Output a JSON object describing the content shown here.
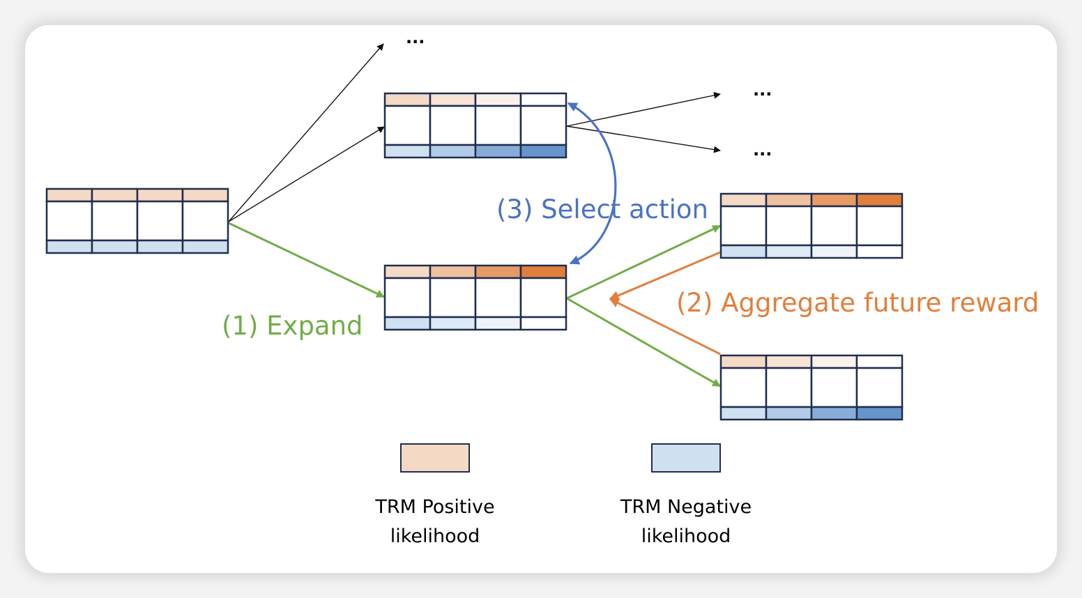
{
  "colors": {
    "border": "#1f2d4d",
    "expand": "#70ad47",
    "aggregate": "#e07f3d",
    "select": "#4a72c4",
    "tree_edge": "#111111"
  },
  "nodes": [
    {
      "id": "root",
      "positive": [
        "#f4d9c4",
        "#f4d9c4",
        "#f4d9c4",
        "#f4d9c4"
      ],
      "negative": [
        "#cfe0f1",
        "#cfe0f1",
        "#cfe0f1",
        "#cfe0f1"
      ]
    },
    {
      "id": "child-top",
      "positive": [
        "#f4d9c4",
        "#f7e4d7",
        "#fbf1eb",
        "#ffffff"
      ],
      "negative": [
        "#cfe0f1",
        "#b1cbe8",
        "#88acda",
        "#6695cc"
      ]
    },
    {
      "id": "child-selected",
      "positive": [
        "#f4d9c4",
        "#efc09d",
        "#e69a66",
        "#e07f3d"
      ],
      "negative": [
        "#cfe0f1",
        "#dde9f5",
        "#eef3fa",
        "#ffffff"
      ]
    },
    {
      "id": "grandchild-top",
      "positive": [
        "#f4d9c4",
        "#efc09d",
        "#e69a66",
        "#e07f3d"
      ],
      "negative": [
        "#cfe0f1",
        "#dde9f5",
        "#eef3fa",
        "#ffffff"
      ]
    },
    {
      "id": "grandchild-bottom",
      "positive": [
        "#f4d9c4",
        "#f7e4d7",
        "#fbf1eb",
        "#ffffff"
      ],
      "negative": [
        "#cfe0f1",
        "#b1cbe8",
        "#88acda",
        "#6695cc"
      ]
    }
  ],
  "labels": {
    "expand": "(1) Expand",
    "aggregate": "(2) Aggregate future reward",
    "select": "(3) Select action",
    "ellipsis": "..."
  },
  "legend": [
    {
      "name": "positive",
      "line1": "TRM Positive",
      "line2": "likelihood",
      "color": "#f4d9c4"
    },
    {
      "name": "negative",
      "line1": "TRM Negative",
      "line2": "likelihood",
      "color": "#cfe0f1"
    }
  ]
}
